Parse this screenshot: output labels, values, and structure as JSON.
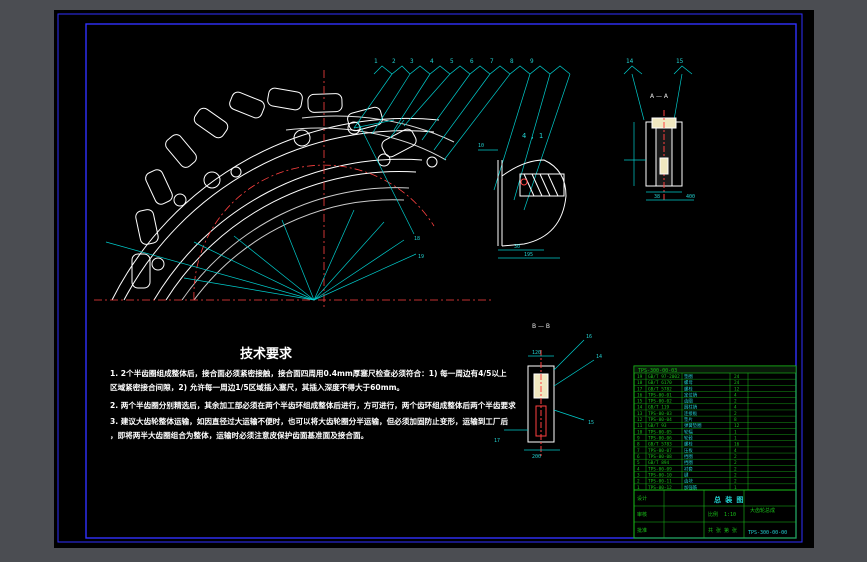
{
  "app": {
    "background_color": "#4b4d52",
    "canvas_color": "#000000",
    "accent_color": "#00cccc",
    "frame_color": "#3030ff",
    "part_color": "#ffffff"
  },
  "drawing": {
    "section_label_top": "A — A",
    "section_label_bottom": "B — B",
    "detail_label": "4 , 1",
    "detail_dim_1": "30",
    "detail_dim_2": "195",
    "section_dim_1": "38",
    "section_dim_2": "400",
    "bottom_dim_1": "120",
    "bottom_dim_2": "200",
    "callout_16": "16",
    "callout_14": "14",
    "callout_17": "17",
    "callout_15": "15",
    "callout_10": "10",
    "callout_18": "18",
    "callout_19": "19",
    "top_callouts": [
      "1",
      "2",
      "3",
      "4",
      "5",
      "6",
      "7",
      "8",
      "9",
      "14",
      "15"
    ]
  },
  "notes": {
    "title": "技术要求",
    "lines": [
      "1. 2个半齿圈组成整体后，接合面必须紧密接触，接合面四周用0.4mm厚塞尺检查必须符合：1) 每一周边有4/5以上",
      "   区域紧密接合间隙，2) 允许每一周边1/5区域插入塞尺，其插入深度不得大于60mm。",
      "2. 两个半齿圈分别精选后，其余加工部必须在两个半齿环组成整体后进行，方可进行，两个齿环组成整体后两个半齿要求",
      "3. 建议大齿轮整体运输，如因直径过大运输不便时，也可以将大齿轮圈分半运输，但必须加固防止变形，运输到工厂后",
      "   ，即将两半大齿圈组合为整体，运输时必须注意皮保护齿面基准面及接合面。"
    ]
  },
  "title_block": {
    "header": "TPS-300-00-03",
    "rows": [
      {
        "no": "19",
        "code": "GB/T 97-2002",
        "name": "垫圈",
        "qty": "24"
      },
      {
        "no": "18",
        "code": "GB/T 6170",
        "name": "螺母",
        "qty": "24"
      },
      {
        "no": "17",
        "code": "GB/T 5782",
        "name": "螺栓",
        "qty": "12"
      },
      {
        "no": "16",
        "code": "TPS-00-01",
        "name": "定位销",
        "qty": "4"
      },
      {
        "no": "15",
        "code": "TPS-00-02",
        "name": "齿圈",
        "qty": "2"
      },
      {
        "no": "14",
        "code": "GB/T 119",
        "name": "圆柱销",
        "qty": "4"
      },
      {
        "no": "13",
        "code": "TPS-00-03",
        "name": "连接板",
        "qty": "2"
      },
      {
        "no": "12",
        "code": "TPS-00-04",
        "name": "垫片",
        "qty": "8"
      },
      {
        "no": "11",
        "code": "GB/T 93",
        "name": "弹簧垫圈",
        "qty": "12"
      },
      {
        "no": "10",
        "code": "TPS-00-05",
        "name": "轮辐",
        "qty": "1"
      },
      {
        "no": "9",
        "code": "TPS-00-06",
        "name": "轮毂",
        "qty": "1"
      },
      {
        "no": "8",
        "code": "GB/T 5783",
        "name": "螺栓",
        "qty": "16"
      },
      {
        "no": "7",
        "code": "TPS-00-07",
        "name": "压板",
        "qty": "4"
      },
      {
        "no": "6",
        "code": "TPS-00-08",
        "name": "挡圈",
        "qty": "2"
      },
      {
        "no": "5",
        "code": "GB/T 894",
        "name": "挡圈",
        "qty": "2"
      },
      {
        "no": "4",
        "code": "TPS-00-09",
        "name": "衬套",
        "qty": "2"
      },
      {
        "no": "3",
        "code": "TPS-00-10",
        "name": "键",
        "qty": "2"
      },
      {
        "no": "2",
        "code": "TPS-00-11",
        "name": "齿块",
        "qty": "2"
      },
      {
        "no": "1",
        "code": "TPS-00-12",
        "name": "加强筋",
        "qty": "1"
      }
    ],
    "assembly_title": "总 装 图",
    "company": "大齿轮总成",
    "drawing_no": "TPS-300-00-00",
    "designer_label": "设计",
    "checker_label": "审核",
    "approver_label": "批准",
    "scale_label": "比例",
    "scale_value": "1:10",
    "sheet_label": "共 张 第 张"
  }
}
